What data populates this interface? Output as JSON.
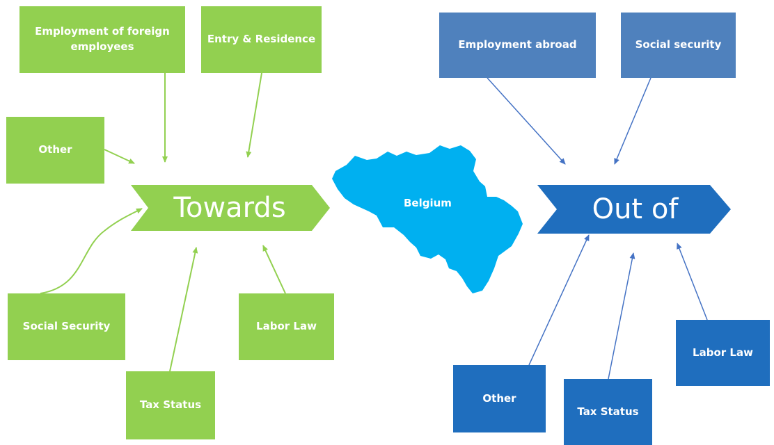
{
  "colors": {
    "green": "#92d050",
    "steel_blue": "#4f81bd",
    "dark_blue": "#1f6ebe",
    "belgium": "#00b0f0",
    "green_arrow": "#92d050",
    "blue_arrow": "#4472c4"
  },
  "center": {
    "country_label": "Belgium"
  },
  "towards": {
    "label": "Towards",
    "boxes": {
      "employment_foreign": "Employment of foreign employees",
      "entry_residence": "Entry & Residence",
      "other": "Other",
      "social_security": "Social Security",
      "labor_law": "Labor Law",
      "tax_status": "Tax Status"
    }
  },
  "out_of": {
    "label": "Out of",
    "boxes": {
      "employment_abroad": "Employment abroad",
      "social_security": "Social security",
      "other": "Other",
      "tax_status": "Tax Status",
      "labor_law": "Labor Law"
    }
  }
}
